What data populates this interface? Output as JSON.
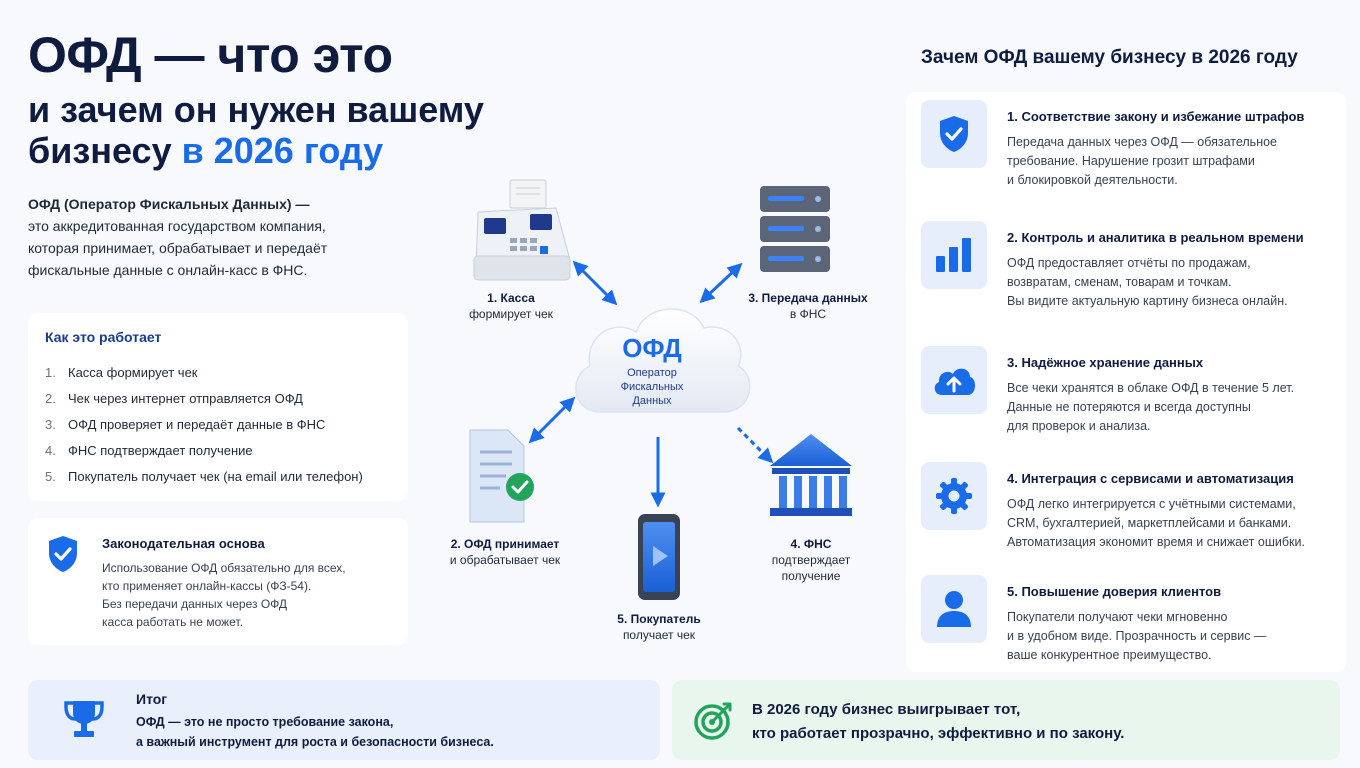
{
  "title": {
    "line1": "ОФД — что это",
    "line2": "и зачем он нужен вашему",
    "line3_plain": "бизнесу ",
    "line3_accent": "в 2026 году"
  },
  "intro": {
    "bold": "ОФД (Оператор Фискальных Данных) —",
    "line2": "это аккредитованная государством компания,",
    "line3": "которая принимает, обрабатывает и передаёт",
    "line4": "фискальные данные с онлайн-касс в ФНС."
  },
  "how": {
    "title": "Как это работает",
    "steps": [
      {
        "num": "1.",
        "text": "Касса формирует чек"
      },
      {
        "num": "2.",
        "text": "Чек через интернет отправляется ОФД"
      },
      {
        "num": "3.",
        "text": "ОФД проверяет и передаёт данные в ФНС"
      },
      {
        "num": "4.",
        "text": "ФНС подтверждает получение"
      },
      {
        "num": "5.",
        "text": "Покупатель получает чек (на email или телефон)"
      }
    ]
  },
  "law": {
    "title": "Законодательная основа",
    "line1": "Использование ОФД обязательно для всех,",
    "line2": "кто применяет онлайн-кассы (ФЗ-54).",
    "line3": "Без передачи данных через ОФД",
    "line4": "касса работать не может."
  },
  "diagram": {
    "cloud_title": "ОФД",
    "cloud_sub1": "Оператор",
    "cloud_sub2": "Фискальных",
    "cloud_sub3": "Данных",
    "nodes": [
      {
        "title": "1. Касса",
        "sub": "формирует чек"
      },
      {
        "title": "2. ОФД принимает",
        "sub": "и обрабатывает чек"
      },
      {
        "title": "3. Передача данных",
        "sub": "в ФНС"
      },
      {
        "title": "4. ФНС",
        "sub": "подтверждает",
        "sub2": "получение"
      },
      {
        "title": "5. Покупатель",
        "sub": "получает чек"
      }
    ]
  },
  "why": {
    "title": "Зачем ОФД вашему бизнесу в 2026 году",
    "items": [
      {
        "icon": "shield-check-icon",
        "head": "1. Соответствие закону и избежание штрафов",
        "l1": "Передача данных через ОФД — обязательное",
        "l2": "требование. Нарушение грозит штрафами",
        "l3": "и блокировкой деятельности."
      },
      {
        "icon": "bar-chart-icon",
        "head": "2. Контроль и аналитика в реальном времени",
        "l1": "ОФД предоставляет отчёты по продажам,",
        "l2": "возвратам, сменам, товарам и точкам.",
        "l3": "Вы видите актуальную картину бизнеса онлайн."
      },
      {
        "icon": "cloud-upload-icon",
        "head": "3. Надёжное хранение данных",
        "l1": "Все чеки хранятся в облаке ОФД в течение 5 лет.",
        "l2": "Данные не потеряются и всегда доступны",
        "l3": "для проверок и анализа."
      },
      {
        "icon": "gear-icon",
        "head": "4. Интеграция с сервисами и автоматизация",
        "l1": "ОФД легко интегрируется с учётными системами,",
        "l2": "CRM, бухгалтерией, маркетплейсами и банками.",
        "l3": "Автоматизация экономит время и снижает ошибки."
      },
      {
        "icon": "user-icon",
        "head": "5. Повышение доверия клиентов",
        "l1": "Покупатели получают чеки мгновенно",
        "l2": "и в удобном виде. Прозрачность и сервис —",
        "l3": "ваше конкурентное преимущество."
      }
    ]
  },
  "itog": {
    "title": "Итог",
    "line1": "ОФД — это не просто требование закона,",
    "line2": "а важный инструмент для роста и безопасности бизнеса."
  },
  "goal": {
    "line1": "В 2026 году бизнес выигрывает тот,",
    "line2": "кто работает прозрачно, эффективно и по закону."
  },
  "colors": {
    "accent": "#1a6be8",
    "navy": "#0f1c3f",
    "check_green": "#22a55b"
  }
}
